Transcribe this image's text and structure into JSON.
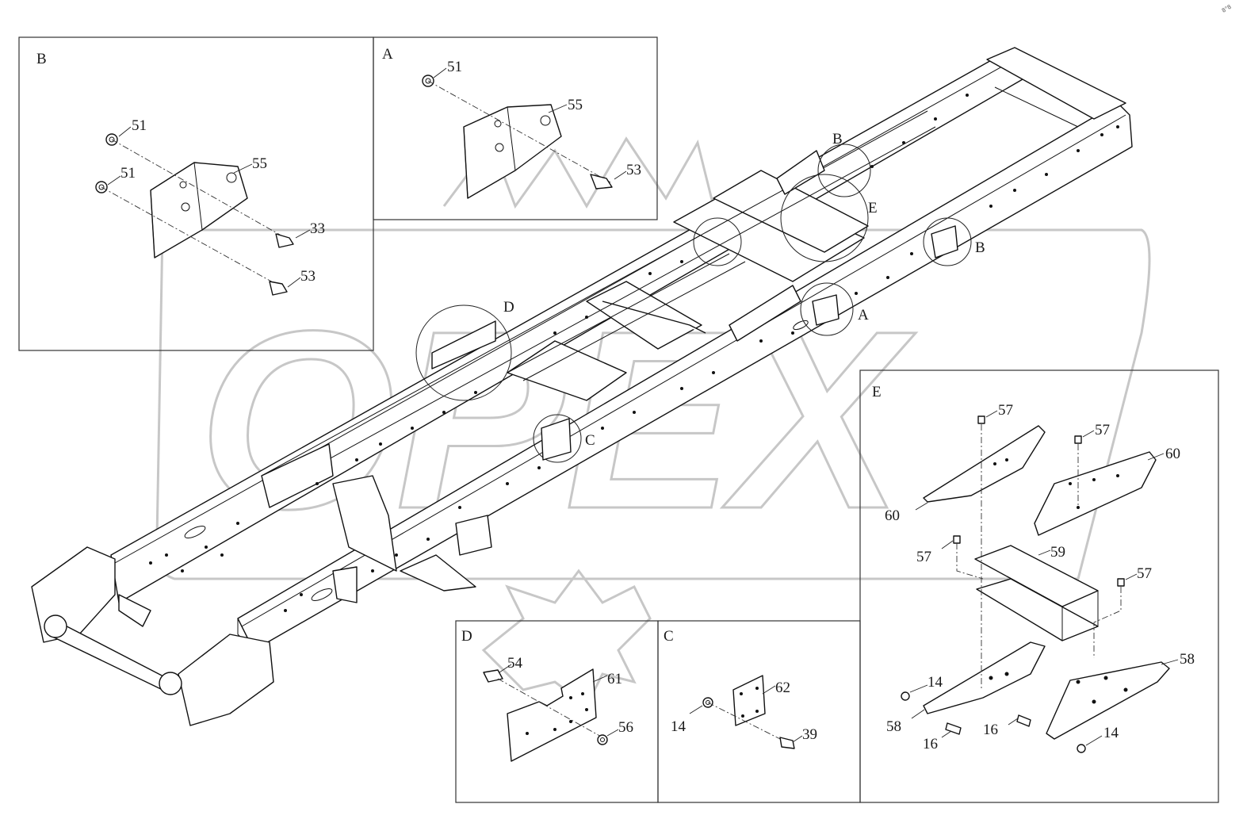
{
  "watermark": "OPEX",
  "corner_mark": "8°8",
  "detail_frames": {
    "B": "B",
    "A": "A",
    "E": "E",
    "D": "D",
    "C": "C"
  },
  "main_callouts": {
    "B_top": "B",
    "E": "E",
    "B_side": "B",
    "A": "A",
    "D": "D",
    "C": "C"
  },
  "part_numbers": {
    "B_51a": "51",
    "B_51b": "51",
    "B_55": "55",
    "B_33": "33",
    "B_53": "53",
    "A_51": "51",
    "A_55": "55",
    "A_53": "53",
    "E_57a": "57",
    "E_57b": "57",
    "E_60a": "60",
    "E_60b": "60",
    "E_57c": "57",
    "E_59": "59",
    "E_57d": "57",
    "E_58a": "58",
    "E_14a": "14",
    "E_58b": "58",
    "E_16a": "16",
    "E_16b": "16",
    "E_14b": "14",
    "D_54": "54",
    "D_61": "61",
    "D_56": "56",
    "C_62": "62",
    "C_14": "14",
    "C_39": "39"
  },
  "colors": {
    "line": "#111111",
    "frame": "#333333",
    "watermark": "#c7c7c7",
    "background": "#ffffff"
  }
}
